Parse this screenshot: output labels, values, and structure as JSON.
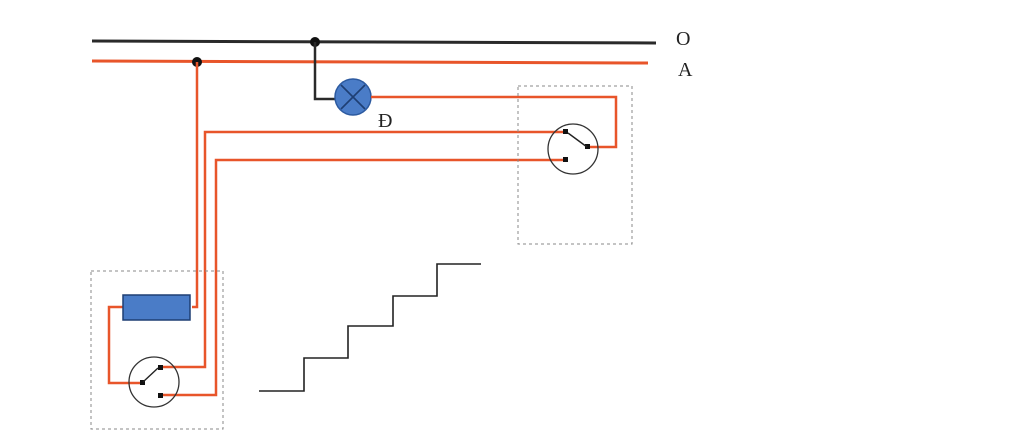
{
  "labels": {
    "line_o": "O",
    "line_a": "A",
    "lamp": "Đ"
  },
  "colors": {
    "neutral_wire": "#1a1a1a",
    "phase_wire": "#e8552a",
    "lamp_fill": "#4a7cc7",
    "fuse_fill": "#4a7cc7",
    "box_border": "#888888",
    "stairs": "#222222"
  },
  "icons": [
    "lamp-icon",
    "fuse-icon",
    "two-way-switch-icon",
    "stairs-icon"
  ]
}
